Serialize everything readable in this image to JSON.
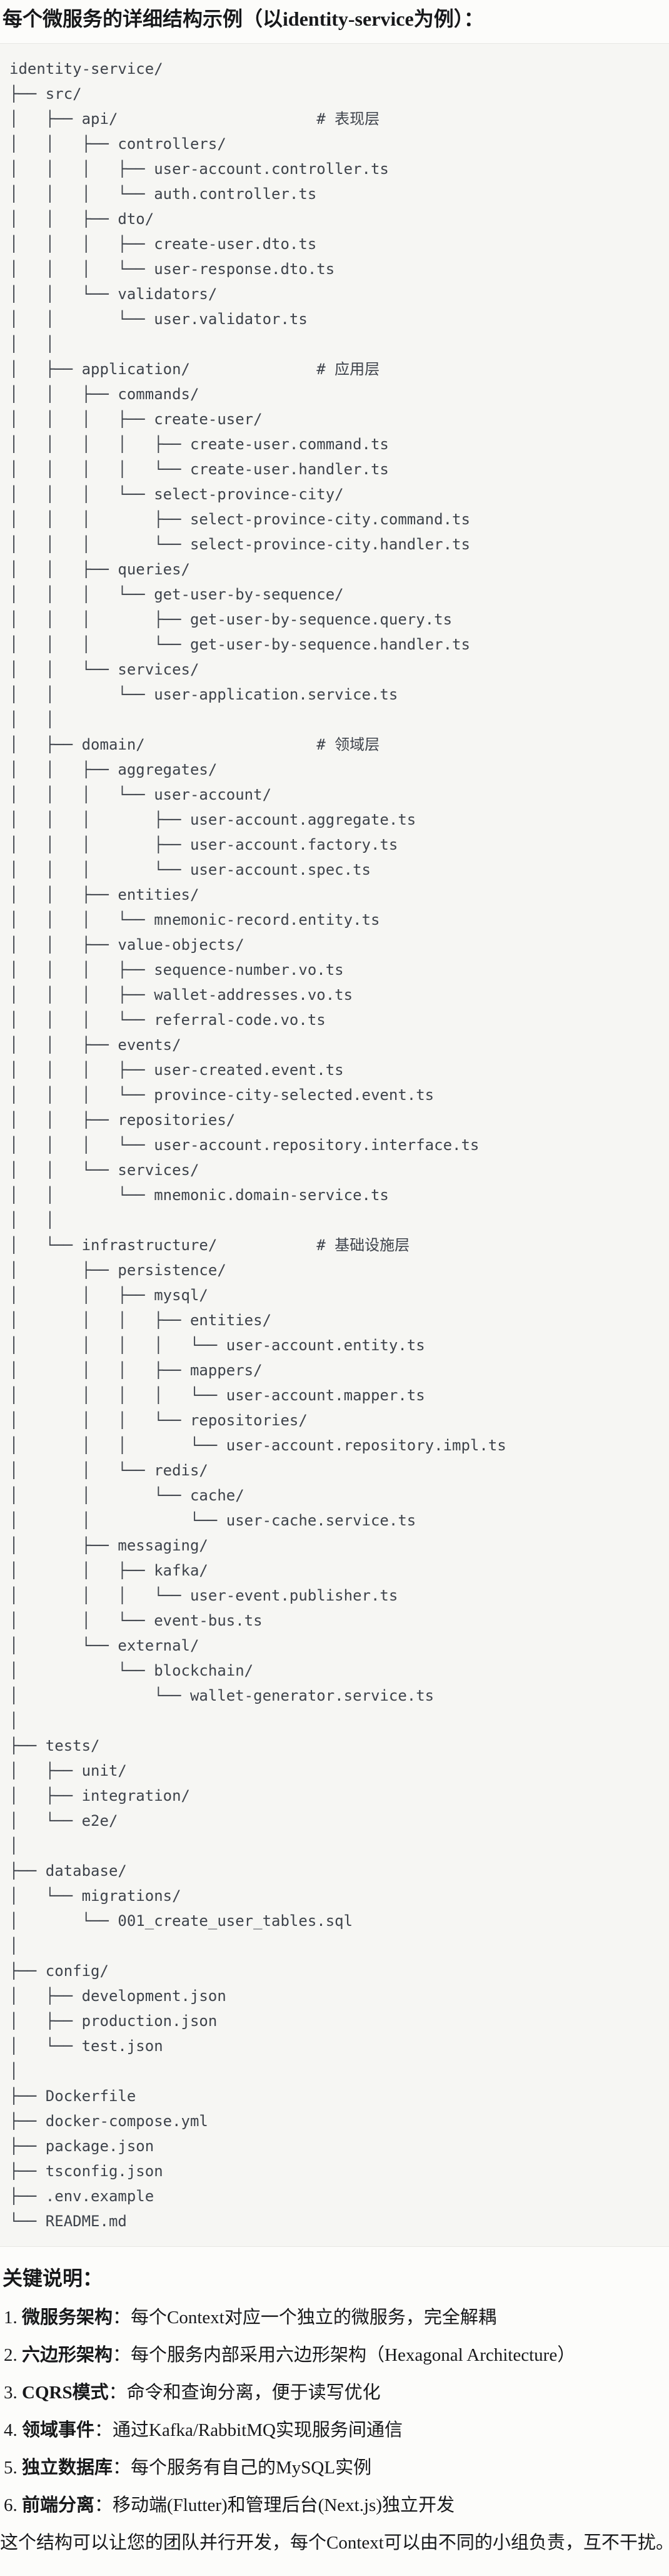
{
  "title": "每个微服务的详细结构示例（以identity-service为例）：",
  "colors": {
    "code_background": "#f6f6f3",
    "code_border": "#e7e7e4",
    "tree_text": "#3e434b",
    "body_text": "#17181a"
  },
  "tree": {
    "root": "identity-service/",
    "layer_comments": [
      "# 表现层",
      "# 应用层",
      "# 领域层",
      "# 基础设施层"
    ],
    "lines": [
      "identity-service/",
      "├── src/",
      "│   ├── api/                      # 表现层",
      "│   │   ├── controllers/",
      "│   │   │   ├── user-account.controller.ts",
      "│   │   │   └── auth.controller.ts",
      "│   │   ├── dto/",
      "│   │   │   ├── create-user.dto.ts",
      "│   │   │   └── user-response.dto.ts",
      "│   │   └── validators/",
      "│   │       └── user.validator.ts",
      "│   │",
      "│   ├── application/              # 应用层",
      "│   │   ├── commands/",
      "│   │   │   ├── create-user/",
      "│   │   │   │   ├── create-user.command.ts",
      "│   │   │   │   └── create-user.handler.ts",
      "│   │   │   └── select-province-city/",
      "│   │   │       ├── select-province-city.command.ts",
      "│   │   │       └── select-province-city.handler.ts",
      "│   │   ├── queries/",
      "│   │   │   └── get-user-by-sequence/",
      "│   │   │       ├── get-user-by-sequence.query.ts",
      "│   │   │       └── get-user-by-sequence.handler.ts",
      "│   │   └── services/",
      "│   │       └── user-application.service.ts",
      "│   │",
      "│   ├── domain/                   # 领域层",
      "│   │   ├── aggregates/",
      "│   │   │   └── user-account/",
      "│   │   │       ├── user-account.aggregate.ts",
      "│   │   │       ├── user-account.factory.ts",
      "│   │   │       └── user-account.spec.ts",
      "│   │   ├── entities/",
      "│   │   │   └── mnemonic-record.entity.ts",
      "│   │   ├── value-objects/",
      "│   │   │   ├── sequence-number.vo.ts",
      "│   │   │   ├── wallet-addresses.vo.ts",
      "│   │   │   └── referral-code.vo.ts",
      "│   │   ├── events/",
      "│   │   │   ├── user-created.event.ts",
      "│   │   │   └── province-city-selected.event.ts",
      "│   │   ├── repositories/",
      "│   │   │   └── user-account.repository.interface.ts",
      "│   │   └── services/",
      "│   │       └── mnemonic.domain-service.ts",
      "│   │",
      "│   └── infrastructure/           # 基础设施层",
      "│       ├── persistence/",
      "│       │   ├── mysql/",
      "│       │   │   ├── entities/",
      "│       │   │   │   └── user-account.entity.ts",
      "│       │   │   ├── mappers/",
      "│       │   │   │   └── user-account.mapper.ts",
      "│       │   │   └── repositories/",
      "│       │   │       └── user-account.repository.impl.ts",
      "│       │   └── redis/",
      "│       │       └── cache/",
      "│       │           └── user-cache.service.ts",
      "│       ├── messaging/",
      "│       │   ├── kafka/",
      "│       │   │   └── user-event.publisher.ts",
      "│       │   └── event-bus.ts",
      "│       └── external/",
      "│           └── blockchain/",
      "│               └── wallet-generator.service.ts",
      "│",
      "├── tests/",
      "│   ├── unit/",
      "│   ├── integration/",
      "│   └── e2e/",
      "│",
      "├── database/",
      "│   └── migrations/",
      "│       └── 001_create_user_tables.sql",
      "│",
      "├── config/",
      "│   ├── development.json",
      "│   ├── production.json",
      "│   └── test.json",
      "│",
      "├── Dockerfile",
      "├── docker-compose.yml",
      "├── package.json",
      "├── tsconfig.json",
      "├── .env.example",
      "└── README.md"
    ]
  },
  "notes": {
    "heading": "关键说明：",
    "items": [
      {
        "number": "1.",
        "label": "微服务架构",
        "separator": "：",
        "text": "每个Context对应一个独立的微服务，完全解耦"
      },
      {
        "number": "2.",
        "label": "六边形架构",
        "separator": "：",
        "text": "每个服务内部采用六边形架构（Hexagonal Architecture）"
      },
      {
        "number": "3.",
        "label": "CQRS模式",
        "separator": "：",
        "text": "命令和查询分离，便于读写优化"
      },
      {
        "number": "4.",
        "label": "领域事件",
        "separator": "：",
        "text": "通过Kafka/RabbitMQ实现服务间通信"
      },
      {
        "number": "5.",
        "label": "独立数据库",
        "separator": "：",
        "text": "每个服务有自己的MySQL实例"
      },
      {
        "number": "6.",
        "label": "前端分离",
        "separator": "：",
        "text": "移动端(Flutter)和管理后台(Next.js)独立开发"
      }
    ],
    "footer": "这个结构可以让您的团队并行开发，每个Context可以由不同的小组负责，互不干扰。"
  }
}
